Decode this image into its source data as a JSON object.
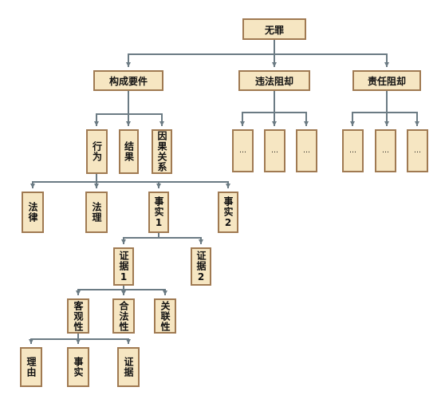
{
  "nodes": {
    "root": "无罪",
    "constitutive": "构成要件",
    "illegality": "违法阻却",
    "responsibility": "责任阻却",
    "illegality_children": [
      "…",
      "…",
      "…"
    ],
    "responsibility_children": [
      "…",
      "…",
      "…"
    ],
    "act": "行为",
    "result": "结果",
    "causation": "因果关系",
    "law": "法律",
    "legal_theory": "法理",
    "fact1": "事实1",
    "fact2": "事实2",
    "evidence1": "证据1",
    "evidence2": "证据2",
    "objectivity": "客观性",
    "legality": "合法性",
    "relevance": "关联性",
    "reason": "理由",
    "fact": "事实",
    "evidence": "证据"
  },
  "colors": {
    "node_fill": "#f6e6c2",
    "node_border": "#a07a52",
    "connector": "#6b7b84"
  }
}
